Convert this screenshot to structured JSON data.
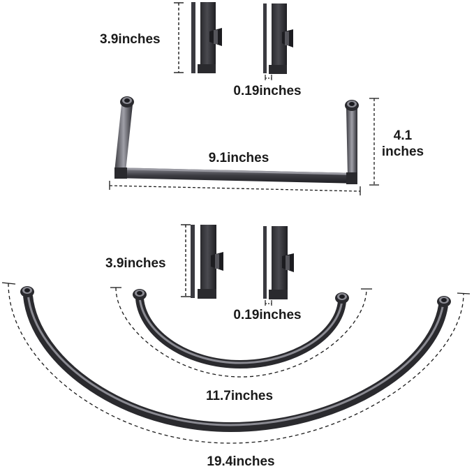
{
  "labels": {
    "clip_height_top": "3.9inches",
    "clip_thickness_top": "0.19inches",
    "straight_rod_length": "9.1inches",
    "straight_rod_height_line1": "4.1",
    "straight_rod_height_line2": "inches",
    "clip_height_bottom": "3.9inches",
    "clip_thickness_bottom": "0.19inches",
    "small_arc_length": "11.7inches",
    "large_arc_length": "19.4inches"
  },
  "colors": {
    "metal_dark": "#2f2f33",
    "metal_mid": "#5a5a60",
    "metal_light": "#a9a9b0",
    "dimension_line": "#1a1a1a"
  }
}
